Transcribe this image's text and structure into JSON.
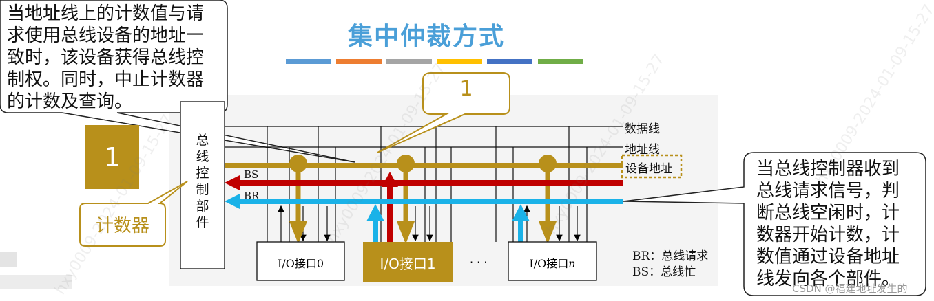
{
  "title": "集中仲裁方式",
  "title_bar_colors": [
    "#5b9bd5",
    "#ed7d31",
    "#a5a5a5",
    "#ffc000",
    "#4472c4",
    "#70ad47"
  ],
  "callout_top_left": "当地址线上的计数值与请求使用总线设备的地址一致时，该设备获得总线控制权。同时，中止计数器的计数及查询。",
  "callout_right": "当总线控制器收到总线请求信号，判断总线空闲时，计数器开始计数，计数值通过设备地址线发向各个部件。",
  "callout_top_value": "1",
  "counter_value": "1",
  "counter_label": "计数器",
  "controller_label": "总线控制部件",
  "lines": {
    "data": "数据线",
    "address": "地址线",
    "device_address": "设备地址",
    "bs": "BS",
    "br": "BR"
  },
  "interfaces": [
    "I/O接口0",
    "I/O接口1",
    "I/O接口"
  ],
  "interface_n_suffix": "n",
  "ellipsis": "· · ·",
  "legend": {
    "br": "BR：总线请求",
    "bs": "BS：总线忙"
  },
  "watermark": "hxy0009-2024-01-09-15-27",
  "footer_mark": "CSDN @福建地址发生的",
  "colors": {
    "gold": "#b8901b",
    "red": "#c00000",
    "blue": "#1ab2e8",
    "title": "#4a9fd8"
  }
}
